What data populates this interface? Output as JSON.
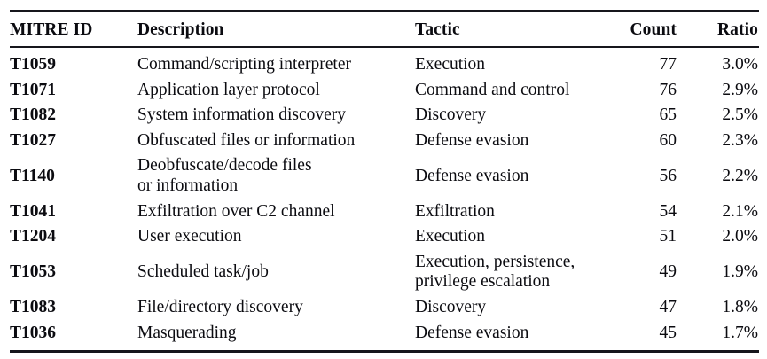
{
  "table": {
    "columns": [
      {
        "key": "mitre_id",
        "label": "MITRE ID",
        "align": "left"
      },
      {
        "key": "description",
        "label": "Description",
        "align": "left"
      },
      {
        "key": "tactic",
        "label": "Tactic",
        "align": "left"
      },
      {
        "key": "count",
        "label": "Count",
        "align": "right"
      },
      {
        "key": "ratio",
        "label": "Ratio",
        "align": "right"
      }
    ],
    "rows": [
      {
        "mitre_id": "T1059",
        "description": "Command/scripting interpreter",
        "description_lines": [
          "Command/scripting interpreter"
        ],
        "tactic": "Execution",
        "tactic_lines": [
          "Execution"
        ],
        "count": "77",
        "ratio": "3.0%"
      },
      {
        "mitre_id": "T1071",
        "description": "Application layer protocol",
        "description_lines": [
          "Application layer protocol"
        ],
        "tactic": "Command and control",
        "tactic_lines": [
          "Command and control"
        ],
        "count": "76",
        "ratio": "2.9%"
      },
      {
        "mitre_id": "T1082",
        "description": "System information discovery",
        "description_lines": [
          "System information discovery"
        ],
        "tactic": "Discovery",
        "tactic_lines": [
          "Discovery"
        ],
        "count": "65",
        "ratio": "2.5%"
      },
      {
        "mitre_id": "T1027",
        "description": "Obfuscated files or information",
        "description_lines": [
          "Obfuscated files or information"
        ],
        "tactic": "Defense evasion",
        "tactic_lines": [
          "Defense evasion"
        ],
        "count": "60",
        "ratio": "2.3%"
      },
      {
        "mitre_id": "T1140",
        "description": "Deobfuscate/decode files or information",
        "description_lines": [
          "Deobfuscate/decode files",
          "or information"
        ],
        "tactic": "Defense evasion",
        "tactic_lines": [
          "Defense evasion"
        ],
        "count": "56",
        "ratio": "2.2%"
      },
      {
        "mitre_id": "T1041",
        "description": "Exfiltration over C2 channel",
        "description_lines": [
          "Exfiltration over C2 channel"
        ],
        "tactic": "Exfiltration",
        "tactic_lines": [
          "Exfiltration"
        ],
        "count": "54",
        "ratio": "2.1%"
      },
      {
        "mitre_id": "T1204",
        "description": "User execution",
        "description_lines": [
          "User execution"
        ],
        "tactic": "Execution",
        "tactic_lines": [
          "Execution"
        ],
        "count": "51",
        "ratio": "2.0%"
      },
      {
        "mitre_id": "T1053",
        "description": "Scheduled task/job",
        "description_lines": [
          "Scheduled task/job"
        ],
        "tactic": "Execution, persistence, privilege escalation",
        "tactic_lines": [
          "Execution, persistence,",
          "privilege escalation"
        ],
        "count": "49",
        "ratio": "1.9%"
      },
      {
        "mitre_id": "T1083",
        "description": "File/directory discovery",
        "description_lines": [
          "File/directory discovery"
        ],
        "tactic": "Discovery",
        "tactic_lines": [
          "Discovery"
        ],
        "count": "47",
        "ratio": "1.8%"
      },
      {
        "mitre_id": "T1036",
        "description": "Masquerading",
        "description_lines": [
          "Masquerading"
        ],
        "tactic": "Defense evasion",
        "tactic_lines": [
          "Defense evasion"
        ],
        "count": "45",
        "ratio": "1.7%"
      }
    ]
  },
  "style": {
    "text_color": "#0b0b10",
    "rule_color": "#16161c",
    "background": "#ffffff"
  }
}
